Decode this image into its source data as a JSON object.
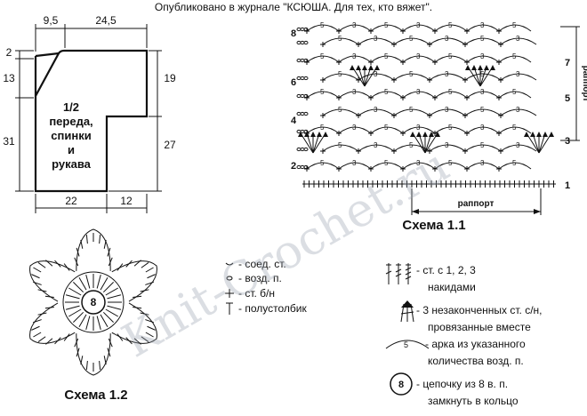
{
  "header": {
    "published": "Опубликовано в журнале \"КСЮША. Для тех, кто вяжет\"."
  },
  "pattern": {
    "dims": {
      "top_left": "9,5",
      "top_right": "24,5",
      "left_2": "2",
      "left_13": "13",
      "left_31": "31",
      "right_19": "19",
      "right_27": "27",
      "bottom_22": "22",
      "bottom_12": "12"
    },
    "label": [
      "1/2",
      "переда,",
      "спинки",
      "и",
      "рукава"
    ]
  },
  "scheme11": {
    "title": "Схема 1.1",
    "rapport_label": "раппорт",
    "row_numbers_left": [
      "8",
      "6",
      "4",
      "2"
    ],
    "row_numbers_right": [
      "7",
      "5",
      "3",
      "1"
    ],
    "arc_counts": [
      "5",
      "3",
      "5",
      "3",
      "5",
      "3",
      "5"
    ]
  },
  "scheme12": {
    "title": "Схема 1.2",
    "center": "8"
  },
  "legend_left": [
    {
      "symbol": "slip-stitch",
      "text": "- соед. ст."
    },
    {
      "symbol": "chain",
      "text": "- возд. п."
    },
    {
      "symbol": "sc",
      "text": "- ст. б/н"
    },
    {
      "symbol": "hdc",
      "text": "- полустолбик"
    }
  ],
  "legend_right": [
    {
      "symbol": "dc",
      "text": [
        "- ст. с 1, 2, 3",
        "накидами"
      ]
    },
    {
      "symbol": "cluster",
      "text": [
        "- 3 незаконченных ст. с/н,",
        "провязанные вместе"
      ]
    },
    {
      "symbol": "arc",
      "count": "5",
      "text": [
        "- арка из указанного",
        "количества возд. п."
      ]
    },
    {
      "symbol": "ring",
      "count": "8",
      "text": [
        "- цепочку из 8 в. п.",
        "замкнуть в кольцо"
      ]
    }
  ],
  "watermark": "Knit-Crochet.ru"
}
